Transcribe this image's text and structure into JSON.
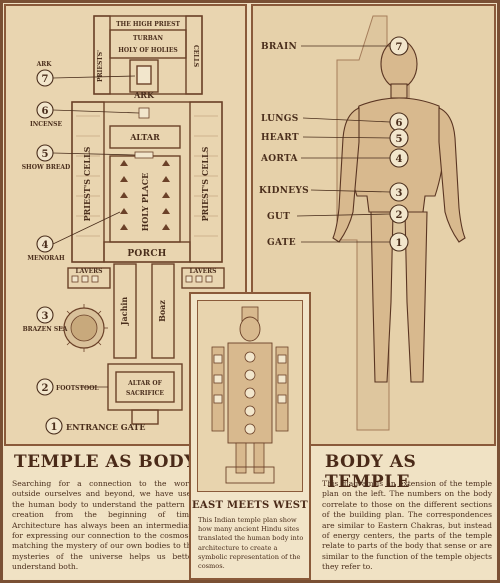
{
  "left_diagram": {
    "top_labels": {
      "high_priest": "THE HIGH PRIEST",
      "turban": "TURBAN",
      "holy_of_holies": "HOLY OF HOLIES",
      "priests_cells_top": "PRIESTS'",
      "cells_top": "CELLS"
    },
    "parts": [
      {
        "num": "7",
        "label": "ARK"
      },
      {
        "num": "6",
        "label": "INCENSE"
      },
      {
        "num": "5",
        "label": "SHOW BREAD"
      },
      {
        "num": "4",
        "label": "MENORAH"
      },
      {
        "num": "3",
        "label": "BRAZEN SEA"
      },
      {
        "num": "2",
        "label": "FOOTSTOOL"
      },
      {
        "num": "1",
        "label": "ENTRANCE GATE"
      }
    ],
    "interior": {
      "ark": "ARK",
      "altar": "ALTAR",
      "holy_place": "HOLY PLACE",
      "priests_cells_left": "PRIEST'S CELLS",
      "priests_cells_right": "PRIEST'S CELLS",
      "porch": "PORCH",
      "lavers_left": "LAVERS",
      "lavers_right": "LAVERS",
      "jachin": "Jachin",
      "boaz": "Boaz",
      "altar_of_sacrifice_1": "ALTAR OF",
      "altar_of_sacrifice_2": "SACRIFICE"
    }
  },
  "right_diagram": {
    "labels": [
      {
        "label": "BRAIN",
        "num": "7"
      },
      {
        "label": "LUNGS",
        "num": "6"
      },
      {
        "label": "HEART",
        "num": "5"
      },
      {
        "label": "AORTA",
        "num": "4"
      },
      {
        "label": "KIDNEYS",
        "num": "3"
      },
      {
        "label": "GUT",
        "num": "2"
      },
      {
        "label": "GATE",
        "num": "1"
      }
    ]
  },
  "temple_as_body": {
    "title": "TEMPLE AS BODY",
    "body": "Searching for a connection to the world outside ourselves and beyond, we have used the human body to understand the pattern of creation from the beginning of time. Architecture has always been an intermediary for expressing our connection to the cosmos—matching the mystery of our own bodies to the mysteries of the universe helps us better understand both."
  },
  "east_meets_west": {
    "title": "EAST MEETS WEST",
    "body": "This Indian temple plan show how many ancient Hindu sites translated the human body into architecture to create a symbolic representation of the cosmos."
  },
  "body_as_temple": {
    "title": "BODY AS TEMPLE",
    "body": "This diagram is an extension of the temple plan on the left. The numbers on the body correlate to those on the different sections of the building plan. The correspondences are similar to Eastern Chakras, but instead of energy centers, the parts of the temple relate to parts of the body that sense or are similar to the function of the temple objects they refer to."
  },
  "colors": {
    "ink": "#4a2e1c",
    "parchment": "#e9d5b0",
    "border": "#8a5a3a"
  }
}
